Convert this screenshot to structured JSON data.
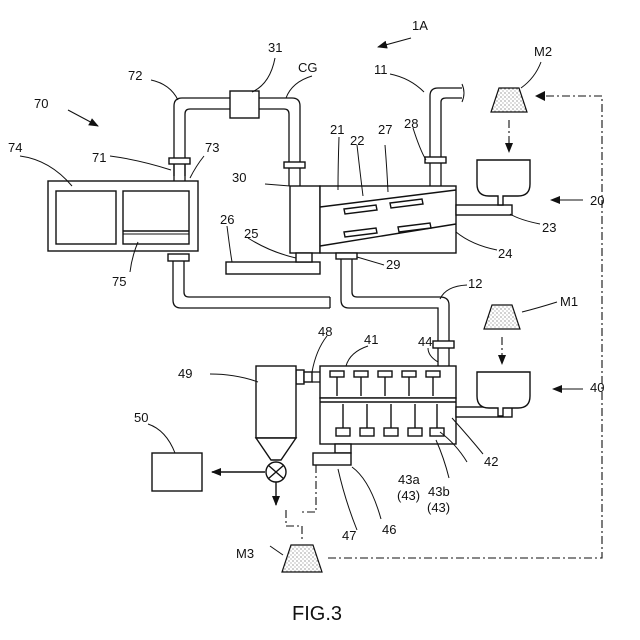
{
  "figure": {
    "caption": "FIG.3",
    "system_ref": "1A"
  },
  "labels": {
    "l70": "70",
    "l74": "74",
    "l71": "71",
    "l72": "72",
    "l73": "73",
    "l75": "75",
    "l31": "31",
    "lCG": "CG",
    "l11": "11",
    "lM2": "M2",
    "l21": "21",
    "l22": "22",
    "l27": "27",
    "l28": "28",
    "l30": "30",
    "l20": "20",
    "l23": "23",
    "l24": "24",
    "l26": "26",
    "l25": "25",
    "l29": "29",
    "l12": "12",
    "lM1": "M1",
    "l48": "48",
    "l41": "41",
    "l44": "44",
    "l49": "49",
    "l40": "40",
    "l50": "50",
    "l43a": "43a",
    "l43a_p": "(43)",
    "l43b": "43b",
    "l43b_p": "(43)",
    "l42": "42",
    "l47": "47",
    "l46": "46",
    "lM3": "M3"
  }
}
